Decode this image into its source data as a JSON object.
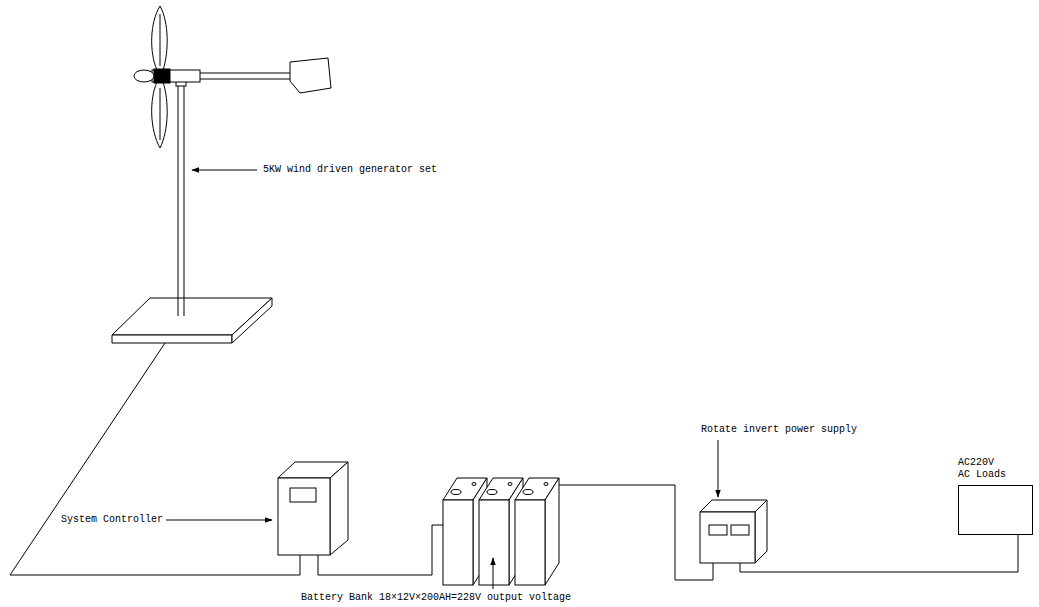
{
  "diagram": {
    "nodes": [
      {
        "text": [
          "AC220V AC Loads"
        ]
      }
    ],
    "labels": [
      "5KW wind driven generator set",
      "System Controller",
      "Rotate invert power supply",
      "Battery Bank 18×12V×200AH=228V output voltage"
    ]
  }
}
